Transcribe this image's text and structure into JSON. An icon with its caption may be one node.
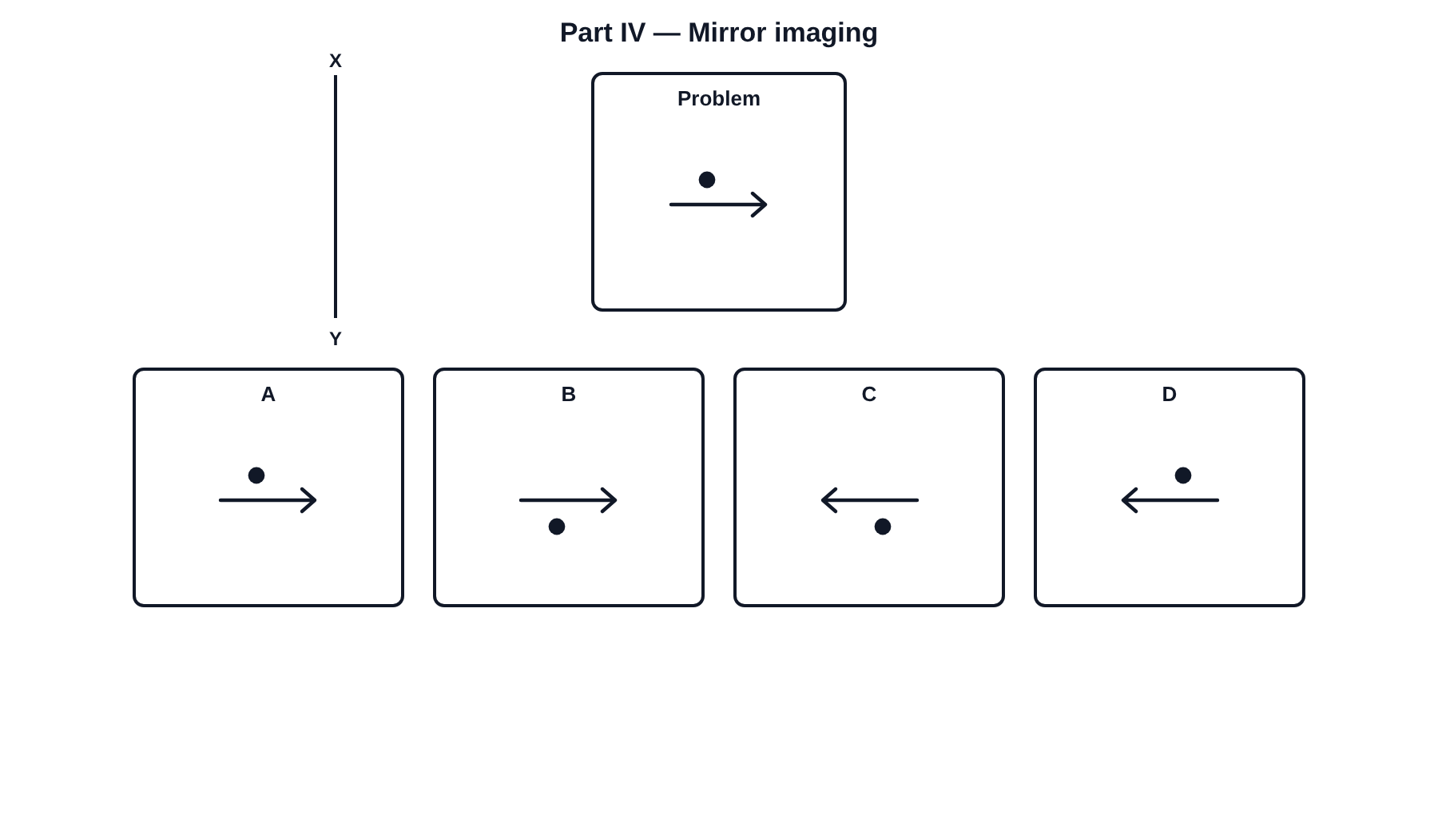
{
  "diagram": {
    "title": "Part IV — Mirror imaging",
    "nodes": [
      {
        "text": [
          "Problem"
        ]
      },
      {
        "text": [
          "A"
        ]
      },
      {
        "text": [
          "B"
        ]
      },
      {
        "text": [
          "C"
        ]
      },
      {
        "text": [
          "D"
        ]
      }
    ],
    "labels": [
      "X",
      "Y"
    ]
  }
}
